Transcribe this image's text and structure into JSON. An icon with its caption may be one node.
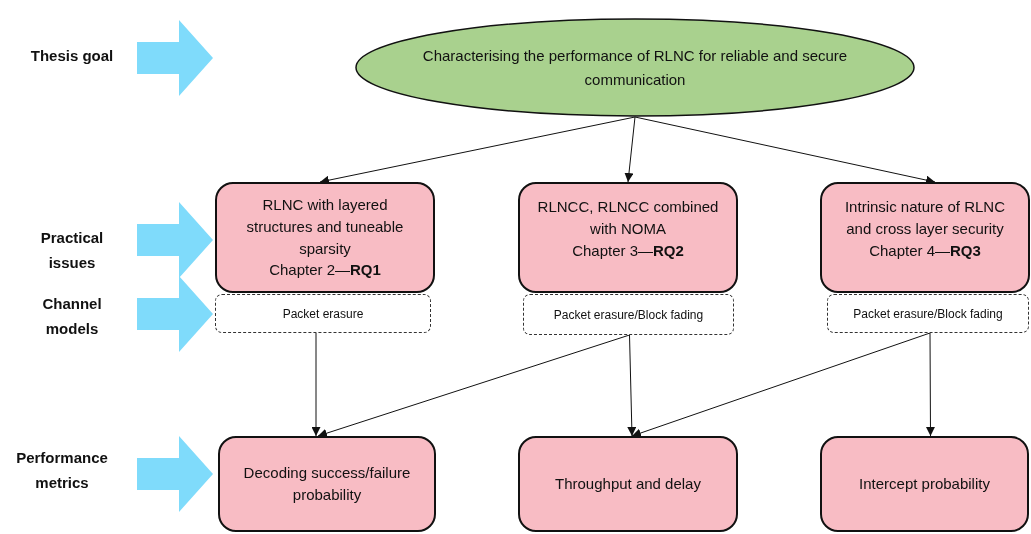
{
  "diagram": {
    "nodes": [
      {
        "text": [
          "Characterising the performance of RLNC for reliable and secure communication"
        ]
      },
      {
        "text": [
          "RLNC with layered structures and tuneable sparsity",
          "Chapter 2—**RQ1**"
        ]
      },
      {
        "text": [
          "RLNCC, RLNCC combined with NOMA",
          "Chapter 3—**RQ2**"
        ]
      },
      {
        "text": [
          "Intrinsic nature of RLNC and cross layer security",
          "Chapter 4—**RQ3**"
        ]
      },
      {
        "text": [
          "Packet erasure"
        ]
      },
      {
        "text": [
          "Packet erasure/Block fading"
        ]
      },
      {
        "text": [
          "Packet erasure/Block fading"
        ]
      },
      {
        "text": [
          "Decoding success/failure probability"
        ]
      },
      {
        "text": [
          "Throughput and delay"
        ]
      },
      {
        "text": [
          "Intercept probability"
        ]
      }
    ],
    "edges": [
      {
        "from": 0,
        "to": 1,
        "arrow": "to"
      },
      {
        "from": 0,
        "to": 2,
        "arrow": "to"
      },
      {
        "from": 0,
        "to": 3,
        "arrow": "to"
      },
      {
        "from": 4,
        "to": 7,
        "arrow": "to"
      },
      {
        "from": 5,
        "to": 7,
        "arrow": "to"
      },
      {
        "from": 5,
        "to": 8,
        "arrow": "to"
      },
      {
        "from": 6,
        "to": 8,
        "arrow": "to"
      },
      {
        "from": 6,
        "to": 9,
        "arrow": "to"
      }
    ],
    "labels": [
      "Thesis goal",
      "Practical issues",
      "Channel models",
      "Performance metrics"
    ]
  }
}
